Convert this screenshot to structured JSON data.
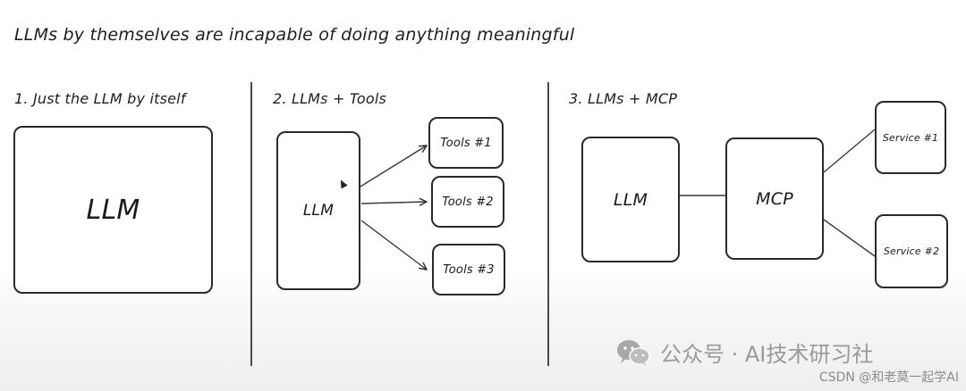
{
  "title": "LLMs by themselves are incapable of doing anything meaningful",
  "sections": [
    {
      "heading": "1. Just the LLM by itself",
      "boxes": {
        "llm": "LLM"
      }
    },
    {
      "heading": "2. LLMs + Tools",
      "boxes": {
        "llm": "LLM",
        "tool1": "Tools #1",
        "tool2": "Tools #2",
        "tool3": "Tools #3"
      }
    },
    {
      "heading": "3. LLMs + MCP",
      "boxes": {
        "llm": "LLM",
        "mcp": "MCP",
        "service1": "Service #1",
        "service2": "Service #2"
      }
    }
  ],
  "watermark": {
    "icon": "wechat-icon",
    "text": "公众号 · AI技术研习社",
    "credit": "CSDN @和老莫一起学AI"
  },
  "colors": {
    "stroke": "#2a2a2a",
    "watermark": "#9a9a9a"
  }
}
